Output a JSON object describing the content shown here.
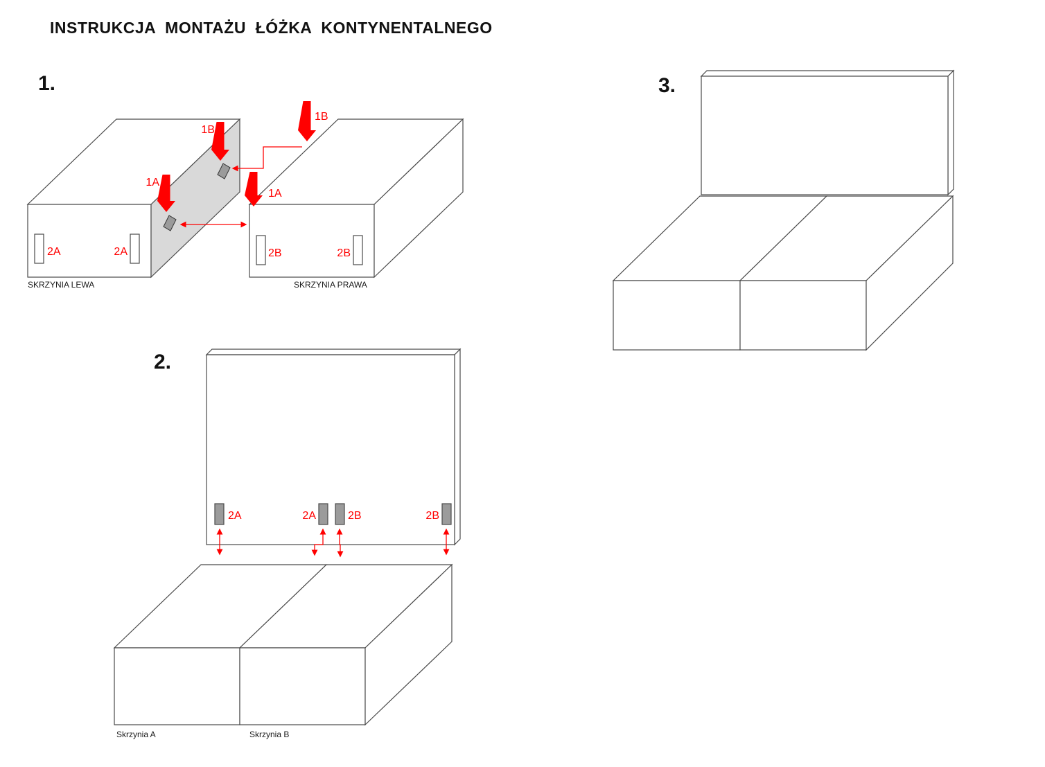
{
  "title": "INSTRUKCJA  MONTAŻU  ŁÓŻKA  KONTYNENTALNEGO",
  "colors": {
    "accent": "#ff0000",
    "box_shade": "#d9d9d9",
    "outline": "#4a4a4a",
    "connector_fill": "#9b9b9b"
  },
  "step1": {
    "number": "1.",
    "left_box_caption": "SKRZYNIA LEWA",
    "right_box_caption": "SKRZYNIA PRAWA",
    "label_1a": "1A",
    "label_1b": "1B",
    "label_2a": "2A",
    "label_2b": "2B"
  },
  "step2": {
    "number": "2.",
    "label_2a": "2A",
    "label_2b": "2B",
    "box_a_caption": "Skrzynia A",
    "box_b_caption": "Skrzynia B"
  },
  "step3": {
    "number": "3."
  }
}
